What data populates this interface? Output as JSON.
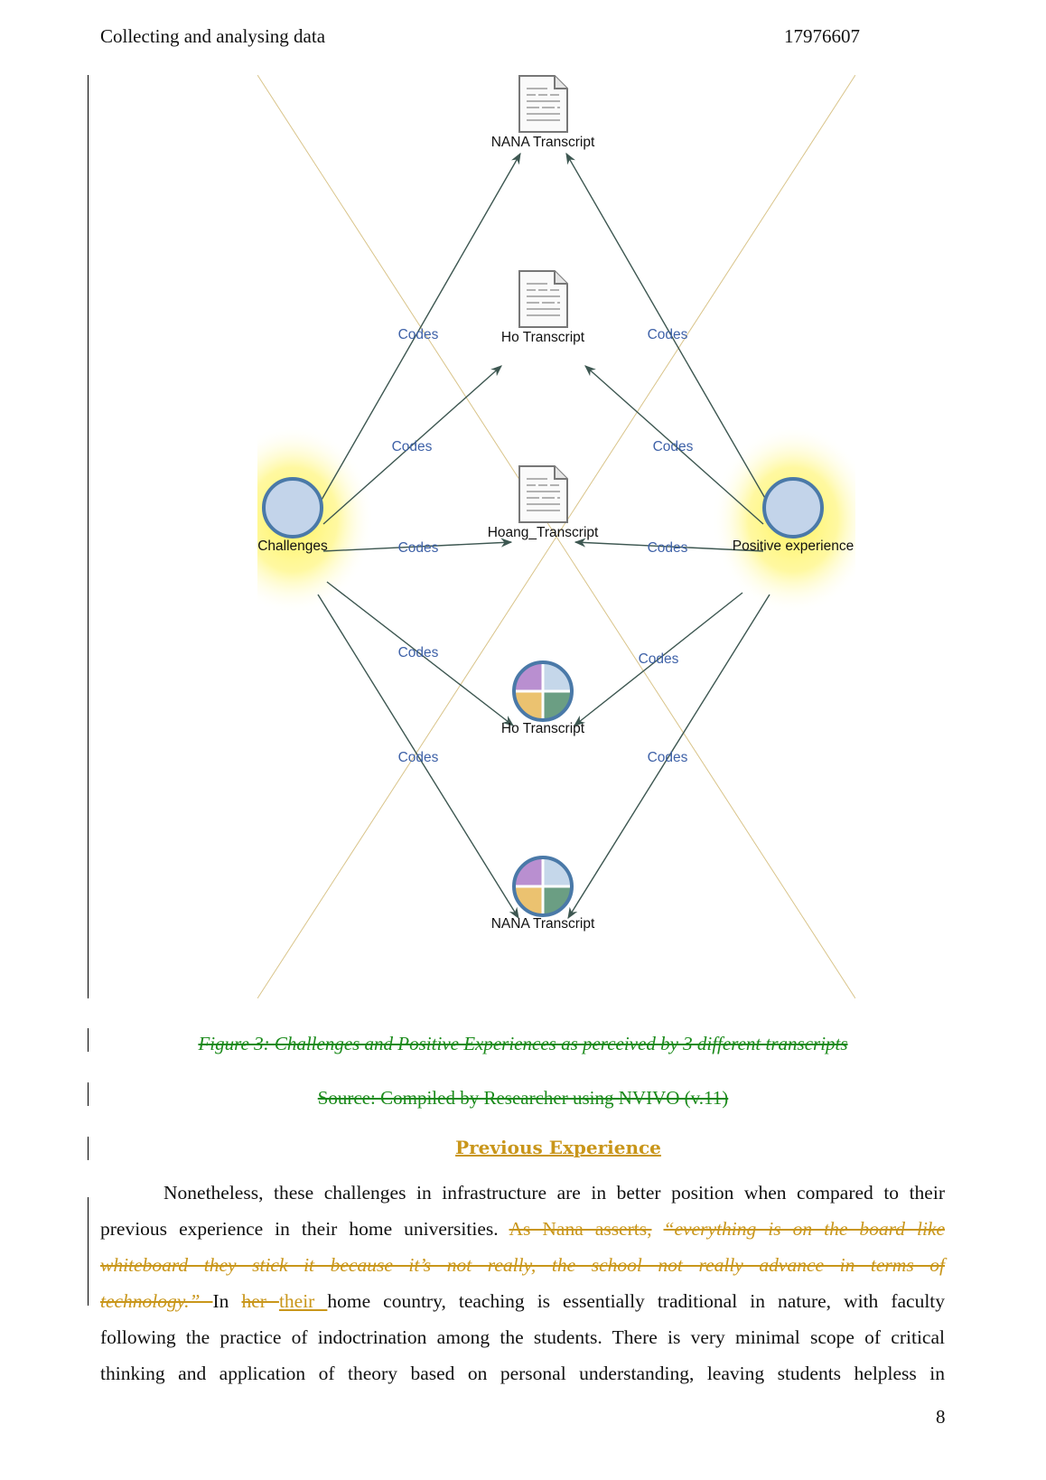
{
  "header": {
    "title": "Collecting and analysing data",
    "student_id": "17976607"
  },
  "figure": {
    "relationship_label": "Codes",
    "nodes": {
      "doc_nana": "NANA Transcript",
      "doc_ho": "Ho Transcript",
      "doc_hoang": "Hoang_Transcript",
      "code_challenges": "Challenges",
      "code_positive": "Positive experience",
      "case_ho": "Ho Transcript",
      "case_nana": "NANA Transcript"
    },
    "colors": {
      "edge": "#3d5751",
      "code_label": "#3f62a8",
      "node_fill": "#c3d4ea",
      "node_stroke": "#4a79a8",
      "glow": "#fff35a",
      "guide_line": "#d9c48a",
      "case_q1": "#b98fd0",
      "case_q2": "#c5d7ea",
      "case_q3": "#ebc270",
      "case_q4": "#6b9e83"
    }
  },
  "caption": {
    "figure_title": "Figure 3: Challenges and Positive Experiences as perceived by 3 different transcripts",
    "source": "Source: Compiled by Researcher using NVIVO (v.11)"
  },
  "section": {
    "heading": "Previous Experience",
    "lines": {
      "l1": "Nonetheless, these challenges in infrastructure are in better position when compared to their",
      "l2_plain": "previous experience in their home universities.",
      "l2_deleted_normal": "As Nana asserts,",
      "l2_deleted_italic": "“everything is on the board like",
      "l3_deleted": "whiteboard they stick it because it’s not really, the school not really advance in terms of",
      "l4_deleted": "technology.” ",
      "l4_in": "In",
      "l4_deleted_word": "her ",
      "l4_inserted_word": "their ",
      "l4_rest": "home country, teaching is essentially traditional in nature, with faculty",
      "l5": "following the practice of indoctrination among the students. There is very minimal scope of critical",
      "l6": "thinking and application of theory based on personal understanding, leaving students helpless in"
    }
  },
  "footer": {
    "page_number": "8"
  }
}
